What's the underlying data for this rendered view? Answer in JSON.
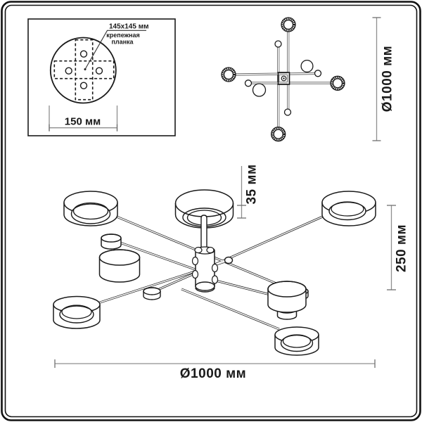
{
  "page": {
    "background": "#ffffff",
    "border_color": "#111111"
  },
  "colors": {
    "drawing_line": "#1a1a1a",
    "dimension_line": "#8f8f8f",
    "arm_line": "#5a5a5a",
    "text": "#1a1a1a"
  },
  "detail_box": {
    "callout_size": "145x145 мм",
    "callout_line1": "крепежная",
    "callout_line2": "планка",
    "width_dim": "150 мм"
  },
  "top_view": {
    "height_dim": "Ø1000 мм"
  },
  "side_view": {
    "canopy_height_dim": "35 мм",
    "total_height_dim": "250 мм",
    "diameter_dim": "Ø1000 мм"
  }
}
